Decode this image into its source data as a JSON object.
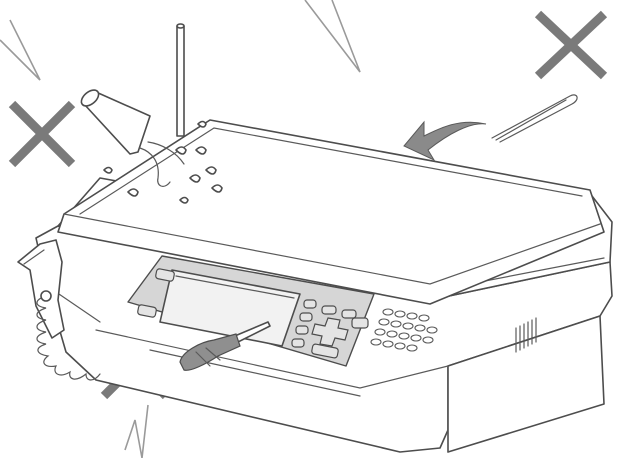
{
  "illustration": {
    "subject": "multi-function-printer",
    "prohibited_items": [
      "liquid-spill",
      "metal-rod",
      "paper-clip",
      "screwdriver"
    ],
    "colors": {
      "outline": "#4d4d4d",
      "prohibition_mark": "#7a7a7a",
      "burst_lines": "#9a9a9a",
      "panel_fill": "#d6d6d6"
    },
    "icons": [
      "prohibition-x-icon",
      "arrow-icon",
      "shock-burst-icon"
    ]
  }
}
